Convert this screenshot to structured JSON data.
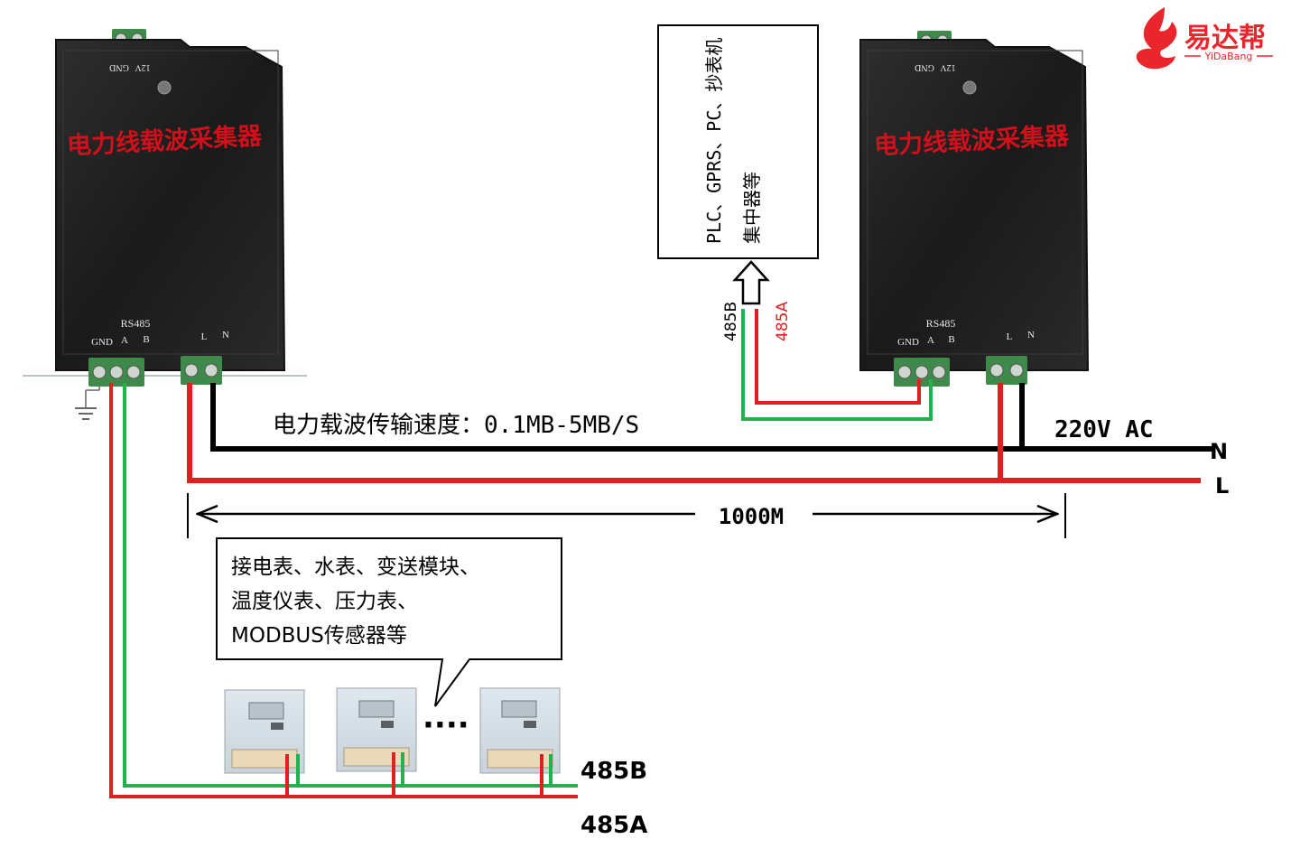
{
  "logo": {
    "name": "易达帮",
    "sub": "YiDaBang"
  },
  "collectors": [
    {
      "title": "电力线载波采集器",
      "power_terminal": [
        "12V",
        "GND"
      ],
      "rs485_label": "RS485",
      "rs485_pins": [
        "GND",
        "A",
        "B"
      ],
      "line_pins": [
        "L",
        "N"
      ]
    },
    {
      "title": "电力线载波采集器",
      "power_terminal": [
        "12V",
        "GND"
      ],
      "rs485_label": "RS485",
      "rs485_pins": [
        "GND",
        "A",
        "B"
      ],
      "line_pins": [
        "L",
        "N"
      ]
    }
  ],
  "host_box": {
    "line1": "PLC、GPRS、PC、抄表机",
    "line2": "集中器等"
  },
  "host_wires": {
    "b": "485B",
    "a": "485A"
  },
  "speed_label": "电力载波传输速度：0.1MB-5MB/S",
  "ac_label": "220V AC",
  "n_label": "N",
  "l_label": "L",
  "distance_label": "1000M",
  "callout": {
    "line1": "接电表、水表、变送模块、",
    "line2": "温度仪表、压力表、",
    "line3": "MODBUS传感器等"
  },
  "meter_dots": "····",
  "bus_labels": {
    "b": "485B",
    "a": "485A"
  },
  "colors": {
    "red_wire": "#e02020",
    "green_wire": "#22b14c",
    "black_wire": "#000000",
    "device_body": "#222222",
    "device_title": "#d0101a",
    "terminal_green": "#3f8a4a",
    "logo_red": "#e8262b"
  }
}
